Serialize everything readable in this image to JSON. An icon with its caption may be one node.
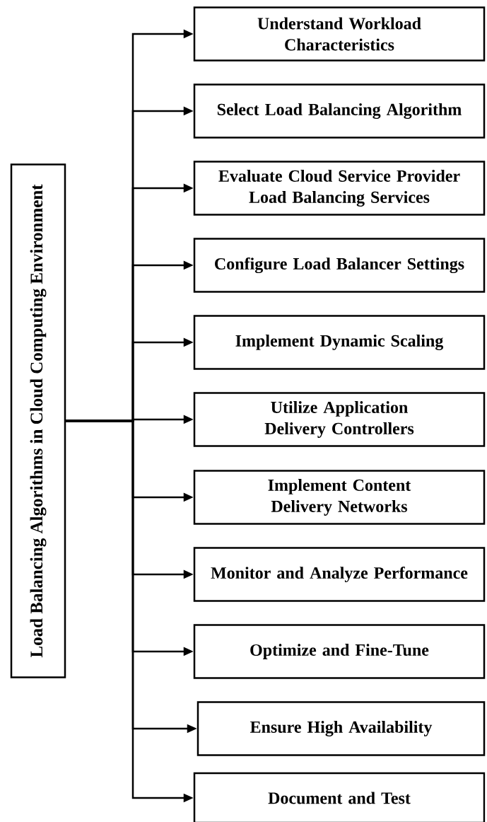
{
  "diagram": {
    "nodes": [
      {
        "text": [
          "Load Balancing Algorithms in Cloud Computing Environment"
        ]
      },
      {
        "text": [
          "Understand Workload Characteristics"
        ]
      },
      {
        "text": [
          "Select Load Balancing Algorithm"
        ]
      },
      {
        "text": [
          "Evaluate Cloud Service Provider Load Balancing Services"
        ]
      },
      {
        "text": [
          "Configure Load Balancer Settings"
        ]
      },
      {
        "text": [
          "Implement Dynamic Scaling"
        ]
      },
      {
        "text": [
          "Utilize Application Delivery Controllers"
        ]
      },
      {
        "text": [
          "Implement Content Delivery Networks"
        ]
      },
      {
        "text": [
          "Monitor and Analyze Performance"
        ]
      },
      {
        "text": [
          "Optimize and Fine-Tune"
        ]
      },
      {
        "text": [
          "Ensure High Availability"
        ]
      },
      {
        "text": [
          "Document and Test"
        ]
      }
    ],
    "edges": [
      {
        "from": 0,
        "to": 1,
        "arrow": "to"
      },
      {
        "from": 0,
        "to": 2,
        "arrow": "to"
      },
      {
        "from": 0,
        "to": 3,
        "arrow": "to"
      },
      {
        "from": 0,
        "to": 4,
        "arrow": "to"
      },
      {
        "from": 0,
        "to": 5,
        "arrow": "to"
      },
      {
        "from": 0,
        "to": 6,
        "arrow": "to"
      },
      {
        "from": 0,
        "to": 7,
        "arrow": "to"
      },
      {
        "from": 0,
        "to": 8,
        "arrow": "to"
      },
      {
        "from": 0,
        "to": 9,
        "arrow": "to"
      },
      {
        "from": 0,
        "to": 10,
        "arrow": "to"
      },
      {
        "from": 0,
        "to": 11,
        "arrow": "to"
      }
    ]
  }
}
